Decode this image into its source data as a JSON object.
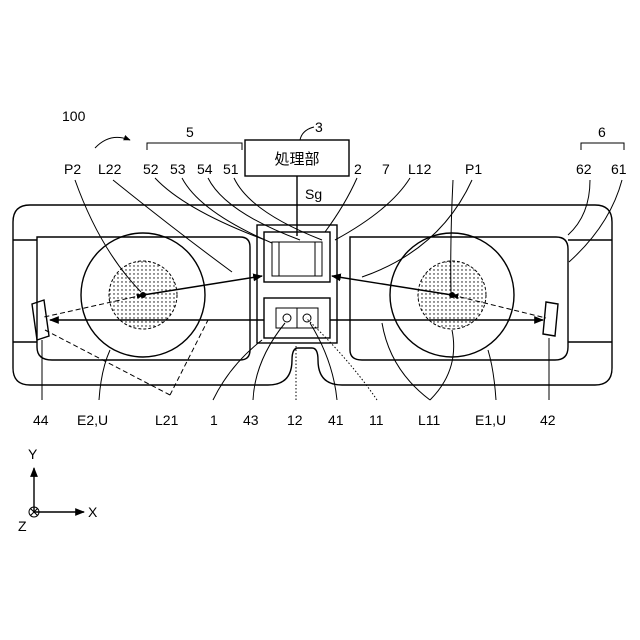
{
  "labels": {
    "ref_100": "100",
    "ref_5": "5",
    "ref_3": "3",
    "ref_6": "6",
    "ref_52": "52",
    "ref_53": "53",
    "ref_54": "54",
    "ref_51": "51",
    "ref_2": "2",
    "ref_7": "7",
    "ref_62": "62",
    "ref_61": "61",
    "ref_p2": "P2",
    "ref_l22": "L22",
    "ref_l12": "L12",
    "ref_p1": "P1",
    "ref_sg": "Sg",
    "processing_unit": "処理部",
    "ref_44": "44",
    "ref_e2u": "E2,U",
    "ref_l21": "L21",
    "ref_1": "1",
    "ref_43": "43",
    "ref_12": "12",
    "ref_41": "41",
    "ref_11": "11",
    "ref_l11": "L11",
    "ref_e1u": "E1,U",
    "ref_42": "42"
  },
  "axes": {
    "y": "Y",
    "x": "X",
    "z": "Z"
  }
}
